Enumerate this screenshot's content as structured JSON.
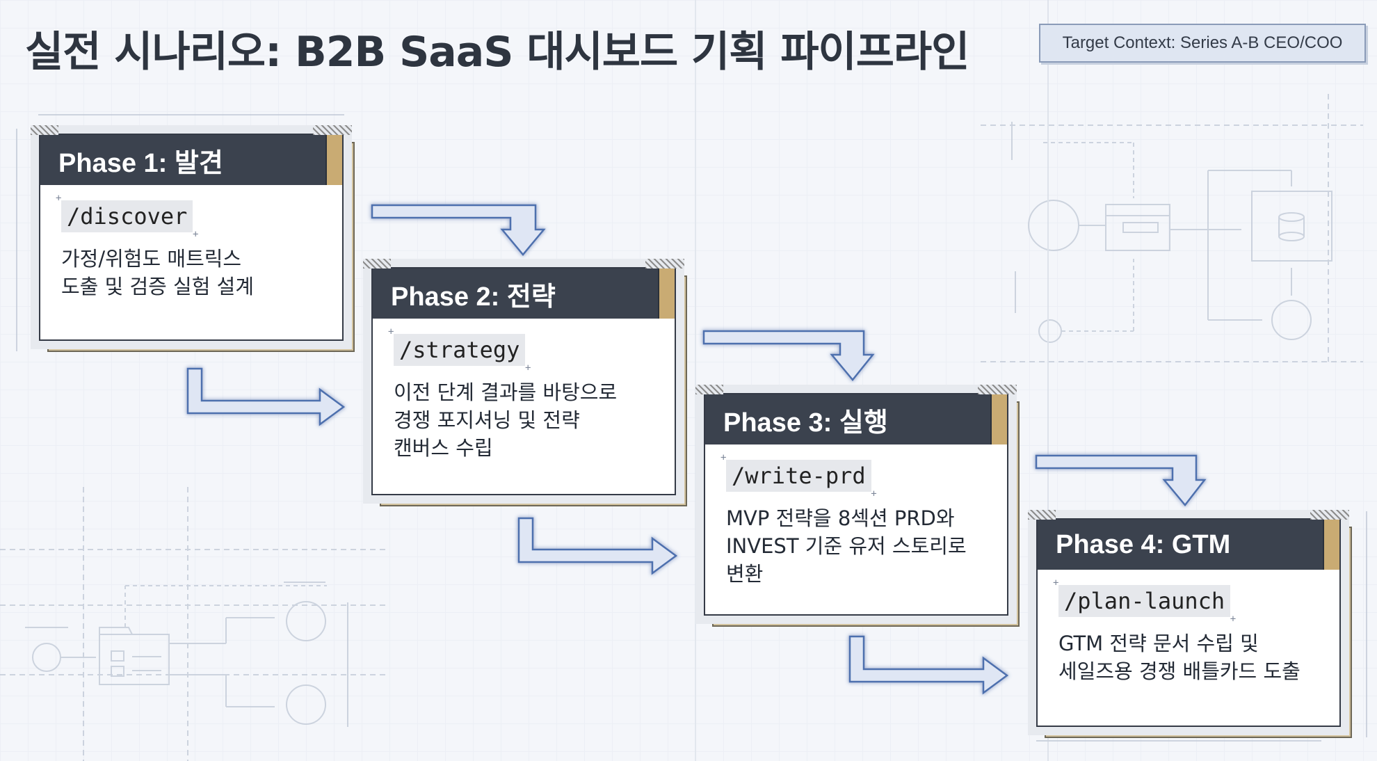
{
  "title": "실전 시나리오: B2B SaaS 대시보드 기획 파이프라인",
  "context_badge": "Target Context: Series A-B CEO/COO",
  "phases": [
    {
      "header": "Phase 1: 발견",
      "command": "/discover",
      "description": [
        "가정/위험도 매트릭스",
        "도출 및 검증 실험 설계"
      ]
    },
    {
      "header": "Phase 2: 전략",
      "command": "/strategy",
      "description": [
        "이전 단계 결과를 바탕으로",
        "경쟁 포지셔닝 및 전략",
        "캔버스 수립"
      ]
    },
    {
      "header": "Phase 3: 실행",
      "command": "/write-prd",
      "description": [
        "MVP 전략을 8섹션 PRD와",
        "INVEST 기준 유저 스토리로",
        "변환"
      ]
    },
    {
      "header": "Phase 4: GTM",
      "command": "/plan-launch",
      "description": [
        "GTM 전략 문서 수립 및",
        "세일즈용 경쟁 배틀카드 도출"
      ]
    }
  ],
  "colors": {
    "header_bg": "#3b424e",
    "accent_gold": "#c9ab73",
    "arrow_blue": "#5b7fc4",
    "badge_bg": "#dfe6f2"
  }
}
